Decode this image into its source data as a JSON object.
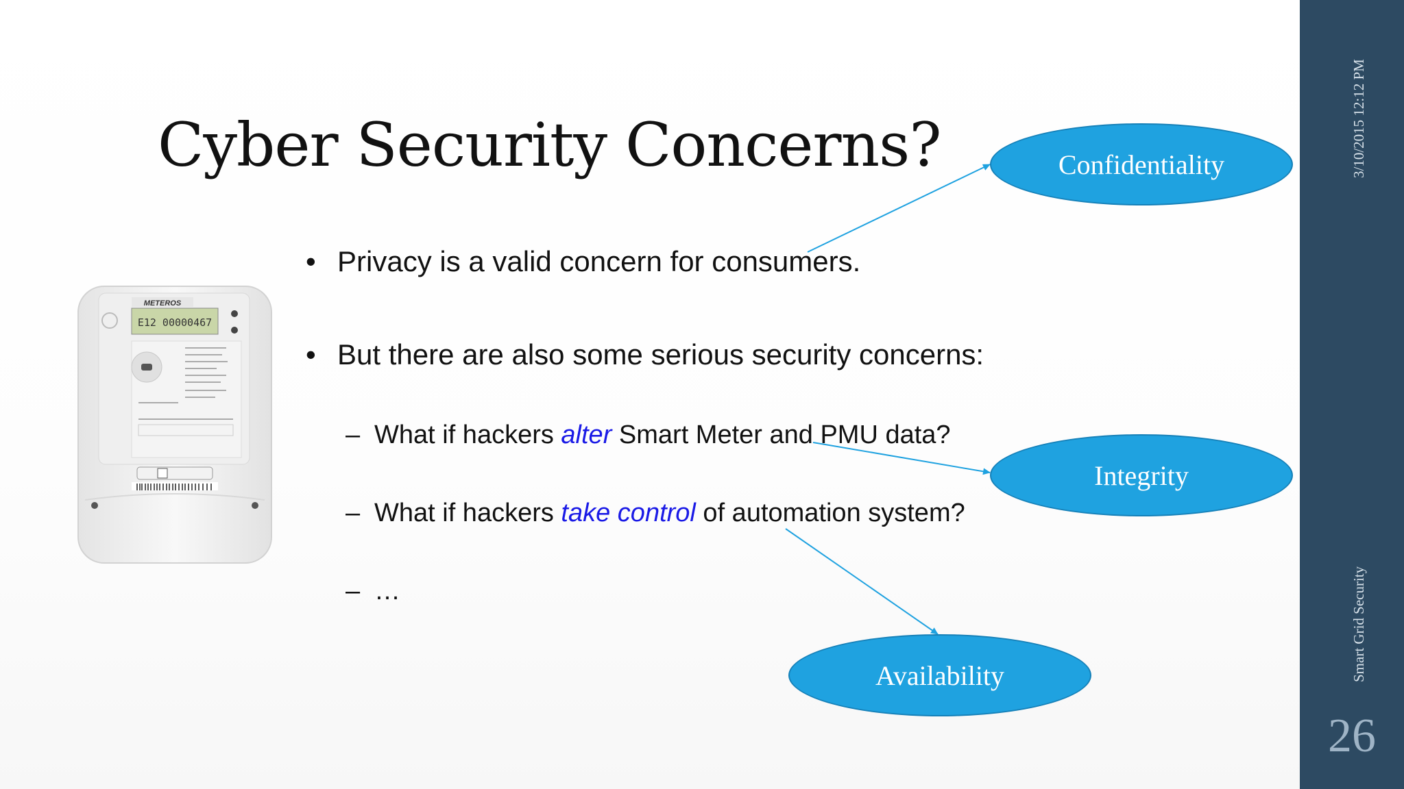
{
  "slide": {
    "title": "Cyber Security Concerns?",
    "date": "3/10/2015 12:12 PM",
    "footer": "Smart Grid Security",
    "page_number": "26"
  },
  "bullets": [
    {
      "marker": "•",
      "text": "Privacy is a valid concern for consumers."
    },
    {
      "marker": "•",
      "text": "But there are also some serious security concerns:"
    }
  ],
  "sub_bullets": [
    {
      "marker": "–",
      "pre": "What if hackers ",
      "emphasis": "alter",
      "post": " Smart Meter and PMU data?"
    },
    {
      "marker": "–",
      "pre": "What if hackers ",
      "emphasis": "take control",
      "post": " of automation system?"
    },
    {
      "marker": "–",
      "pre": "…",
      "emphasis": "",
      "post": ""
    }
  ],
  "bubbles": {
    "confidentiality": "Confidentiality",
    "integrity": "Integrity",
    "availability": "Availability"
  },
  "meter": {
    "brand": "METEROS",
    "display": "E12 00000467"
  },
  "colors": {
    "sidebar": "#2d4a62",
    "bubble_fill": "#1fa2e0",
    "emphasis": "#1a1ae6",
    "arrow": "#1fa2e0"
  }
}
